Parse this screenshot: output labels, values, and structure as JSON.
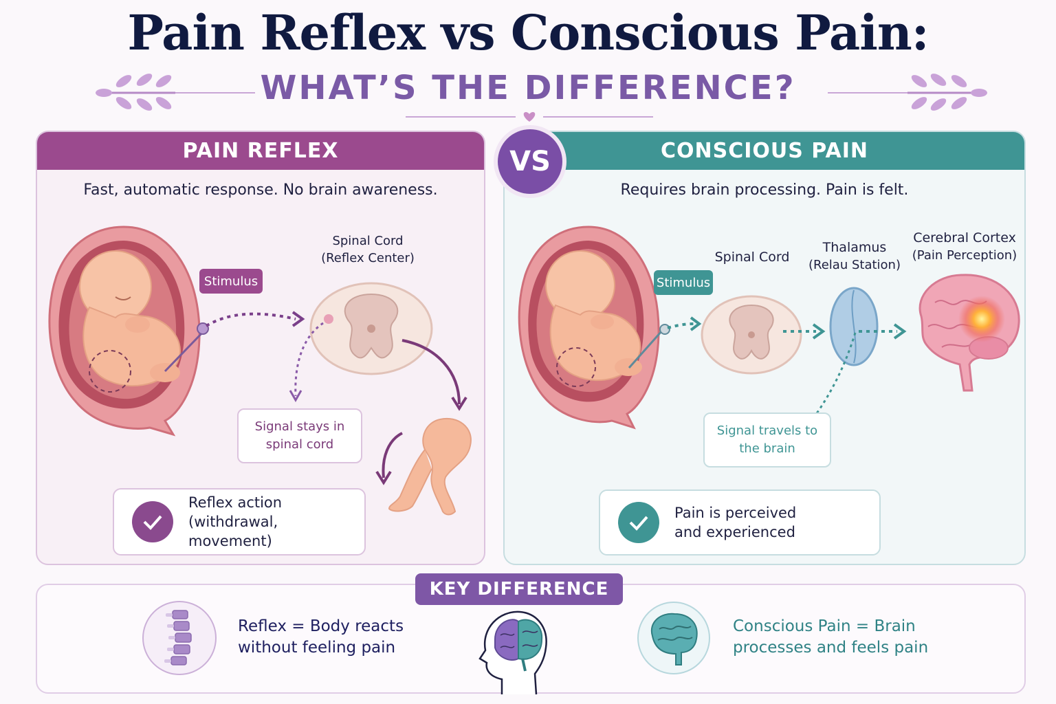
{
  "header": {
    "title": "Pain Reflex vs Conscious Pain:",
    "subtitle": "WHAT’S THE DIFFERENCE?"
  },
  "vs_label": "VS",
  "reflex_panel": {
    "heading": "PAIN REFLEX",
    "description": "Fast, automatic response. No brain awareness.",
    "stimulus_tag": "Stimulus",
    "spinal_label": "Spinal Cord",
    "spinal_sub": "(Reflex Center)",
    "note_line1": "Signal stays in",
    "note_line2": "spinal cord",
    "result_line1": "Reflex action",
    "result_line2": "(withdrawal, movement)",
    "accent": "#9b4a8e"
  },
  "conscious_panel": {
    "heading": "CONSCIOUS PAIN",
    "description": "Requires brain processing. Pain is felt.",
    "stimulus_tag": "Stimulus",
    "spinal_label": "Spinal Cord",
    "thalamus_label": "Thalamus",
    "thalamus_sub": "(Relau Station)",
    "cortex_label": "Cerebral Cortex",
    "cortex_sub": "(Pain Perception)",
    "note_line1": "Signal travels to",
    "note_line2": "the brain",
    "result_line1": "Pain is perceived",
    "result_line2": "and experienced",
    "accent": "#3f9594"
  },
  "key": {
    "heading": "KEY DIFFERENCE",
    "reflex_line1": "Reflex = Body reacts",
    "reflex_line2": "without feeling pain",
    "conscious_line1": "Conscious Pain = Brain",
    "conscious_line2": "processes and feels pain"
  }
}
